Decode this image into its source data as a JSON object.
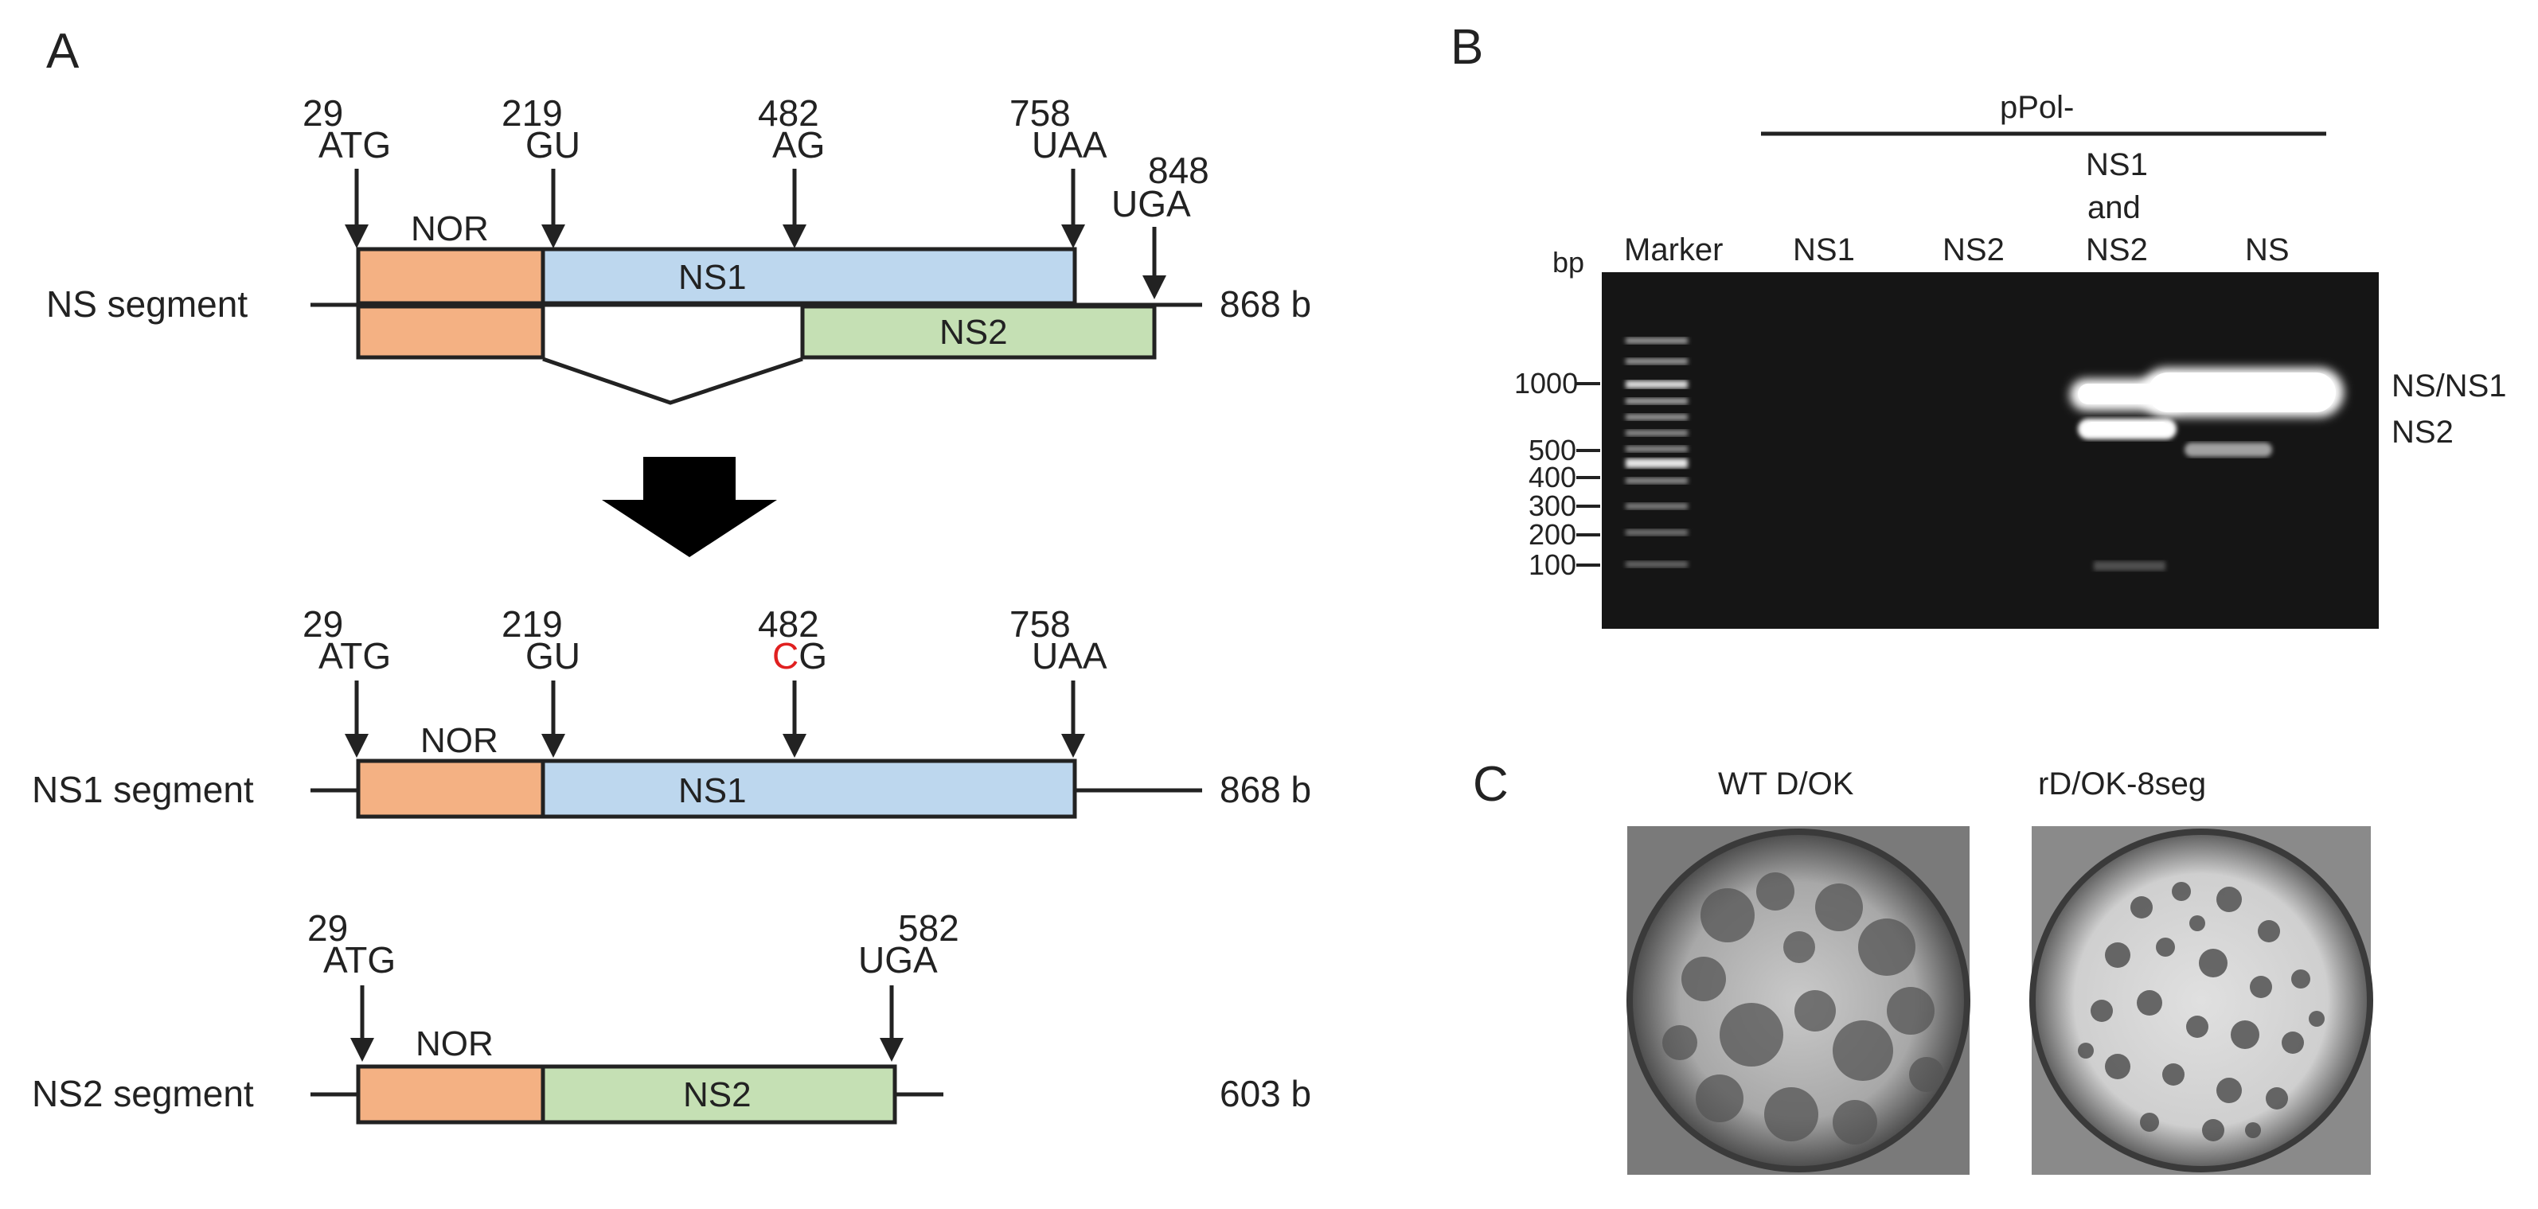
{
  "panelA": {
    "label": "A",
    "ns": {
      "segment_label": "NS segment",
      "length": "868 b",
      "sites": [
        {
          "pos": "29",
          "code": "ATG"
        },
        {
          "pos": "219",
          "code": "GU"
        },
        {
          "pos": "482",
          "code": "AG"
        },
        {
          "pos": "758",
          "code": "UAA"
        },
        {
          "pos": "848",
          "code": "UGA"
        }
      ],
      "nor": "NOR",
      "ns1": "NS1",
      "ns2": "NS2"
    },
    "ns1seg": {
      "segment_label": "NS1 segment",
      "length": "868 b",
      "sites": [
        {
          "pos": "29",
          "code": "ATG"
        },
        {
          "pos": "219",
          "code": "GU"
        },
        {
          "pos": "482",
          "code_mut": "C",
          "code": "G"
        },
        {
          "pos": "758",
          "code": "UAA"
        }
      ],
      "nor": "NOR",
      "ns1": "NS1"
    },
    "ns2seg": {
      "segment_label": "NS2 segment",
      "length": "603 b",
      "sites": [
        {
          "pos": "29",
          "code": "ATG"
        },
        {
          "pos": "582",
          "code": "UGA"
        }
      ],
      "nor": "NOR",
      "ns2": "NS2"
    }
  },
  "panelB": {
    "label": "B",
    "group_label": "pPol-",
    "bp_label": "bp",
    "lanes": [
      "Marker",
      "NS1",
      "NS2",
      "NS1\nand\nNS2",
      "NS"
    ],
    "lane3_lines": [
      "NS1",
      "and",
      "NS2"
    ],
    "ladder": [
      "1000",
      "500",
      "400",
      "300",
      "200",
      "100"
    ],
    "bands": [
      "NS/NS1",
      "NS2"
    ]
  },
  "panelC": {
    "label": "C",
    "plates": [
      "WT D/OK",
      "rD/OK-8seg"
    ]
  },
  "colors": {
    "nor": "#f4b183",
    "ns1": "#bdd7ee",
    "ns2": "#c5e0b4",
    "mutation": "#e02020",
    "gel": "#151515"
  }
}
